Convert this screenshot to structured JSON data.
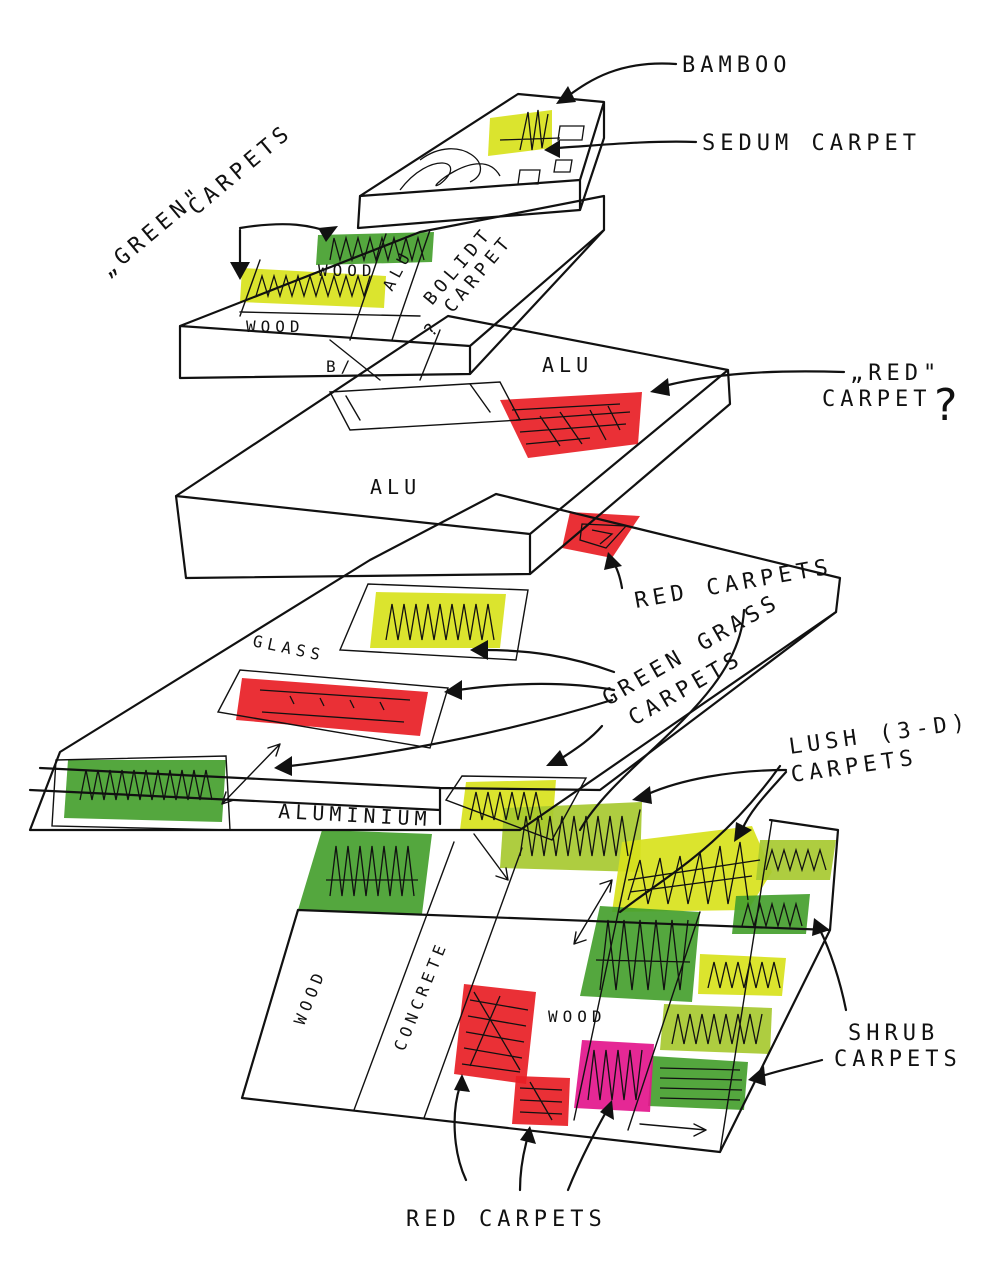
{
  "colors": {
    "ink": "#111111",
    "paper": "#ffffff",
    "red": "#e81e25",
    "magenta": "#e3168c",
    "green": "#45a02e",
    "lime": "#d8e21c",
    "olive": "#a7c930"
  },
  "labels": {
    "bamboo": "BAMBOO",
    "sedum_carpet": "SEDUM CARPET",
    "green_carpets_1": "„GREEN\"",
    "green_carpets_2": "CARPETS",
    "wood_1": "WOOD",
    "alu_1": "ALU",
    "bolidt": "BOLIDT",
    "carpet_q": "? CARPET",
    "wood_2": "WOOD",
    "b_marks": "B/",
    "alu_2": "ALU",
    "red_carpet_q_1": "„RED\"",
    "red_carpet_q_2": "CARPET",
    "question_mark": "?",
    "alu_3": "ALU",
    "red_carpets_mid": "RED CARPETS",
    "glass": "GLASS",
    "green_grass_1": "GREEN GRASS",
    "green_grass_2": "CARPETS",
    "lush_1": "LUSH (3-D)",
    "lush_2": "CARPETS",
    "aluminium": "ALUMINIUM",
    "wood_3": "WOOD",
    "concrete": "CONCRETE",
    "wood_4": "WOOD",
    "shrub_1": "SHRUB",
    "shrub_2": "CARPETS",
    "red_carpets_bottom": "RED CARPETS"
  }
}
